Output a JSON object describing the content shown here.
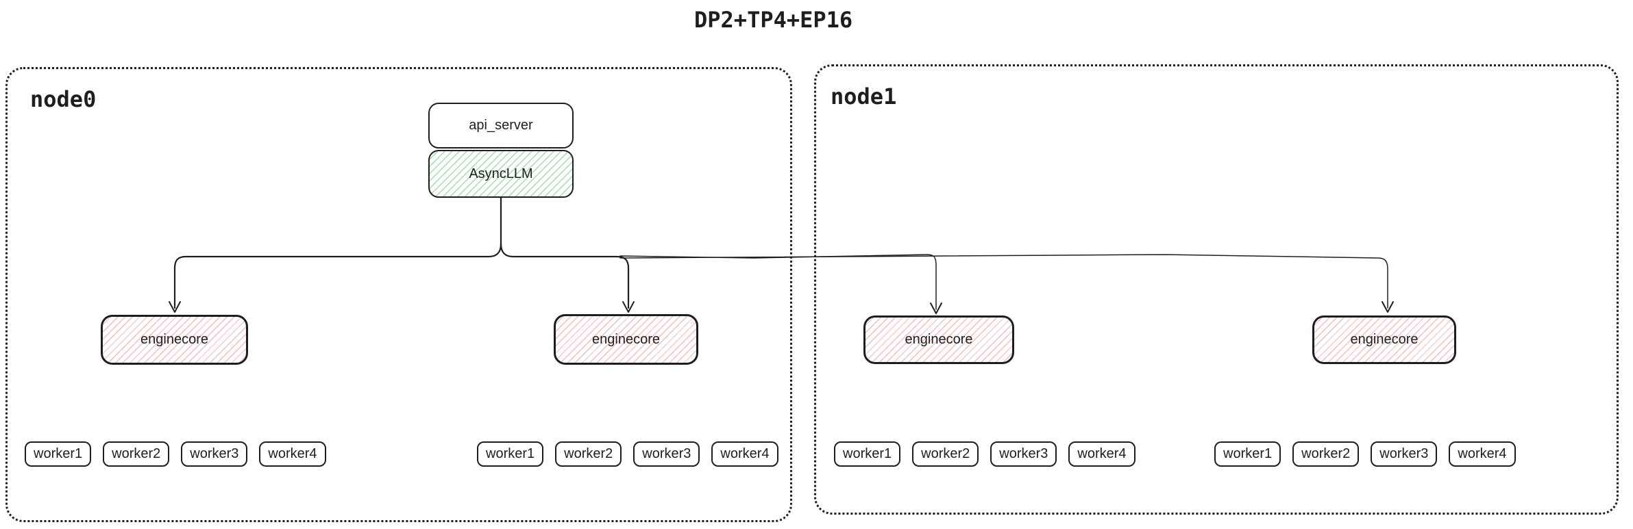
{
  "title": "DP2+TP4+EP16",
  "colors": {
    "ink": "#1e1e1e",
    "green_hatch": "#40c057",
    "red_hatch": "#e03131",
    "background": "#ffffff"
  },
  "nodes": [
    {
      "label": "node0"
    },
    {
      "label": "node1"
    }
  ],
  "stack": {
    "api_server": "api_server",
    "async_llm": "AsyncLLM"
  },
  "enginecores": [
    "enginecore",
    "enginecore",
    "enginecore",
    "enginecore"
  ],
  "worker_groups": [
    [
      "worker1",
      "worker2",
      "worker3",
      "worker4"
    ],
    [
      "worker1",
      "worker2",
      "worker3",
      "worker4"
    ],
    [
      "worker1",
      "worker2",
      "worker3",
      "worker4"
    ],
    [
      "worker1",
      "worker2",
      "worker3",
      "worker4"
    ]
  ]
}
